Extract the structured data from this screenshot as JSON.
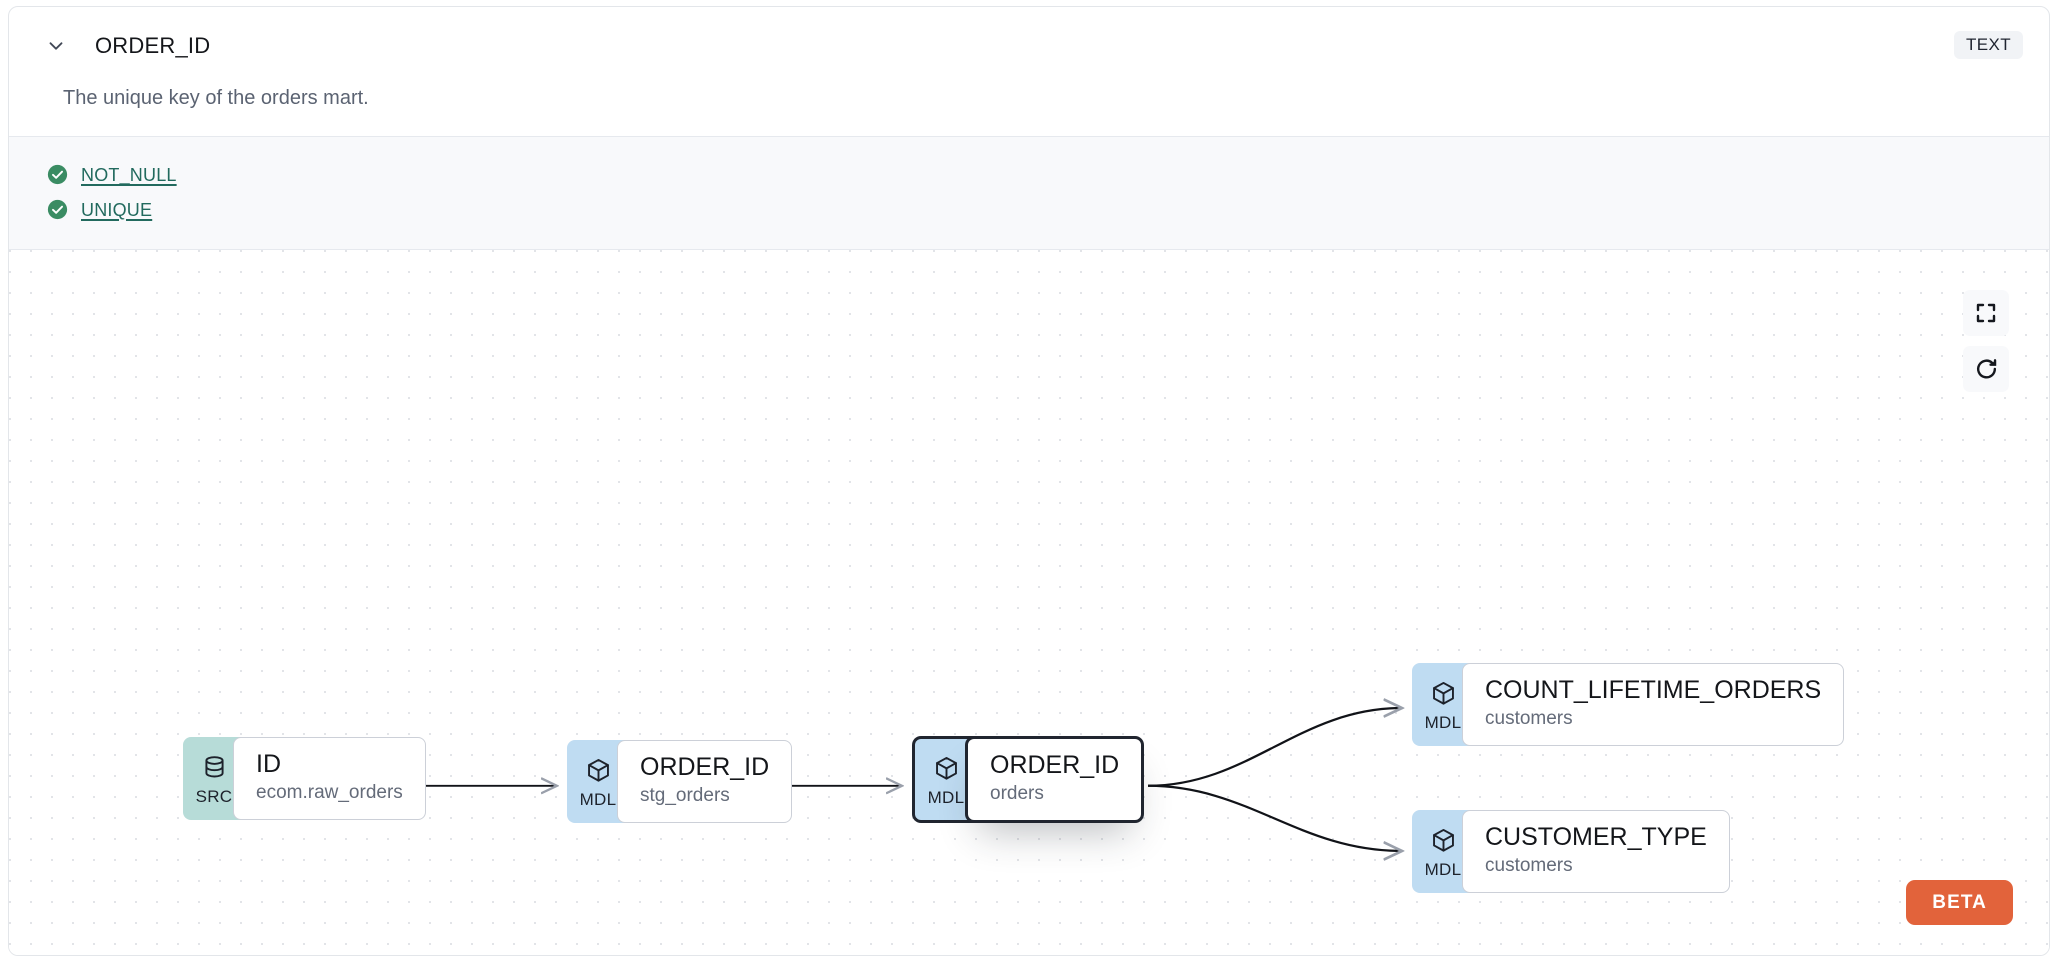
{
  "header": {
    "chevron_icon": "chevron-down-icon",
    "column_name": "ORDER_ID",
    "data_type_badge": "TEXT",
    "description": "The unique key of the orders mart."
  },
  "tests": {
    "items": [
      {
        "status_icon": "check-circle-icon",
        "label": "NOT_NULL",
        "status": "passing"
      },
      {
        "status_icon": "check-circle-icon",
        "label": "UNIQUE",
        "status": "passing"
      }
    ]
  },
  "lineage": {
    "nodes": [
      {
        "id": "src",
        "badge": "SRC",
        "badge_icon": "database-icon",
        "name": "ID",
        "subtitle": "ecom.raw_orders",
        "selected": false
      },
      {
        "id": "stg",
        "badge": "MDL",
        "badge_icon": "cube-icon",
        "name": "ORDER_ID",
        "subtitle": "stg_orders",
        "selected": false
      },
      {
        "id": "orders",
        "badge": "MDL",
        "badge_icon": "cube-icon",
        "name": "ORDER_ID",
        "subtitle": "orders",
        "selected": true
      },
      {
        "id": "count_lifetime_orders",
        "badge": "MDL",
        "badge_icon": "cube-icon",
        "name": "COUNT_LIFETIME_ORDERS",
        "subtitle": "customers",
        "selected": false
      },
      {
        "id": "customer_type",
        "badge": "MDL",
        "badge_icon": "cube-icon",
        "name": "CUSTOMER_TYPE",
        "subtitle": "customers",
        "selected": false
      }
    ],
    "edges": [
      {
        "from": "src",
        "to": "stg"
      },
      {
        "from": "stg",
        "to": "orders"
      },
      {
        "from": "orders",
        "to": "count_lifetime_orders"
      },
      {
        "from": "orders",
        "to": "customer_type"
      }
    ]
  },
  "canvas_controls": [
    {
      "name": "fit-view-button",
      "icon": "fullscreen-icon"
    },
    {
      "name": "reset-button",
      "icon": "refresh-icon"
    }
  ],
  "beta_badge": {
    "label": "BETA"
  },
  "colors": {
    "src_badge": "#b7dcd8",
    "mdl_badge": "#bfdcf2",
    "test_pass": "#3a8c63",
    "test_link": "#226a5e",
    "beta": "#e2633b",
    "selected_border": "#20252f",
    "type_badge_bg": "#f1f3f6"
  }
}
